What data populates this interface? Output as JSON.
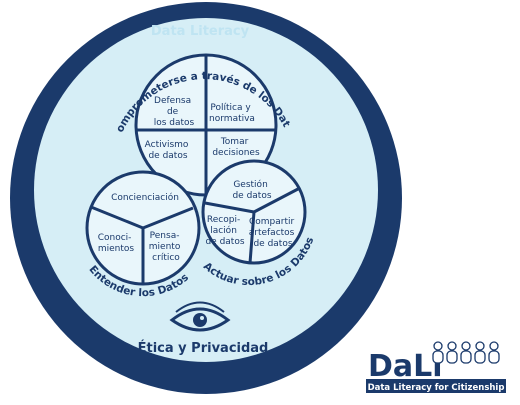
{
  "header": {
    "title": "Data Literacy"
  },
  "arcs": {
    "top": "Comprometerse a través de los Datos",
    "left": "Entender los Datos",
    "right": "Actuar sobre los Datos"
  },
  "circles": {
    "top": {
      "segments": [
        {
          "lines": [
            "Defensa",
            "de",
            "los datos"
          ]
        },
        {
          "lines": [
            "Política y",
            "normativa"
          ]
        },
        {
          "lines": [
            "Activismo",
            "de datos"
          ]
        },
        {
          "lines": [
            "Tomar",
            "decisiones"
          ]
        }
      ]
    },
    "left": {
      "segments": [
        {
          "lines": [
            "Concienciación"
          ]
        },
        {
          "lines": [
            "Conoci-",
            "mientos"
          ]
        },
        {
          "lines": [
            "Pensa-",
            "miento",
            "crítico"
          ]
        }
      ]
    },
    "right": {
      "segments": [
        {
          "lines": [
            "Gestión",
            "de datos"
          ]
        },
        {
          "lines": [
            "Recopi-",
            "lación",
            "de datos"
          ]
        },
        {
          "lines": [
            "Compartir",
            "artefactos",
            "de datos"
          ]
        }
      ]
    }
  },
  "ethics": {
    "label": "Ética y Privacidad",
    "icon": "eye-icon"
  },
  "logo": {
    "wordmark": "DaLi",
    "tagline": "Data Literacy for Citizenship"
  },
  "colors": {
    "outer": "#1b3a6b",
    "inner": "#d6eef6",
    "circle_fill": "#e9f6fb",
    "accent_text": "#1b3a6b"
  }
}
